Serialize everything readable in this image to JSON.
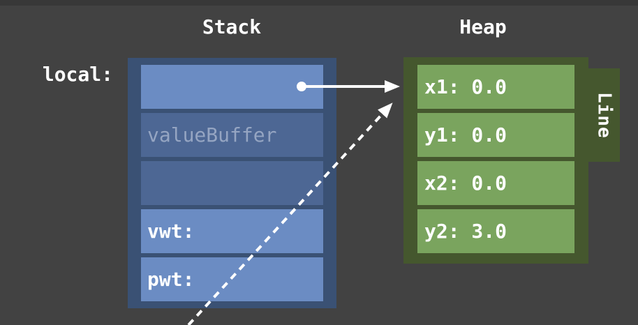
{
  "diagram": {
    "stack_title": "Stack",
    "heap_title": "Heap",
    "local_label": "local:",
    "stack_slots": [
      {
        "text": ""
      },
      {
        "text": "valueBuffer"
      },
      {
        "text": ""
      },
      {
        "text": "vwt:"
      },
      {
        "text": "pwt:"
      }
    ],
    "heap_fields": [
      {
        "text": "x1: 0.0"
      },
      {
        "text": "y1: 0.0"
      },
      {
        "text": "x2: 0.0"
      },
      {
        "text": "y2: 3.0"
      }
    ],
    "heap_type_tag": "Line"
  },
  "colors": {
    "background": "#424242",
    "top_strip": "#383838",
    "stack_frame": "#3A5174",
    "slot_light": "#6B8CC3",
    "slot_dark": "#4D6794",
    "muted_text": "#95A5C2",
    "heap_frame": "#45572E",
    "heap_slot": "#7AA45E",
    "arrow": "#FFFFFF",
    "text": "#FFFFFF"
  }
}
